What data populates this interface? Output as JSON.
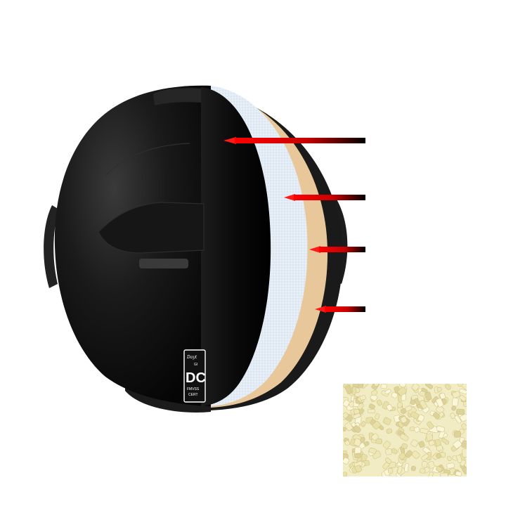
{
  "product_image": {
    "subject": "helmet-cutaway",
    "colors": {
      "shell": "#0c0c0c",
      "shell_highlight": "#2a2a2a",
      "eps_liner": "#e6eef7",
      "comfort_layer": "#e8c79a",
      "padding": "#1a1a1a",
      "pointer": "#e00000",
      "pellets": "#ece6b2"
    },
    "decal": {
      "brand_script": "Dayt",
      "line_1": "Gl",
      "title": "DC",
      "line_2": "FMVSS",
      "line_3": "CERT"
    }
  },
  "layer_pointers": [
    {
      "layer": "outer-shell"
    },
    {
      "layer": "eps-liner"
    },
    {
      "layer": "comfort-liner"
    },
    {
      "layer": "inner-padding"
    }
  ],
  "material_inset": {
    "subject": "plastic-pellets-photo"
  }
}
